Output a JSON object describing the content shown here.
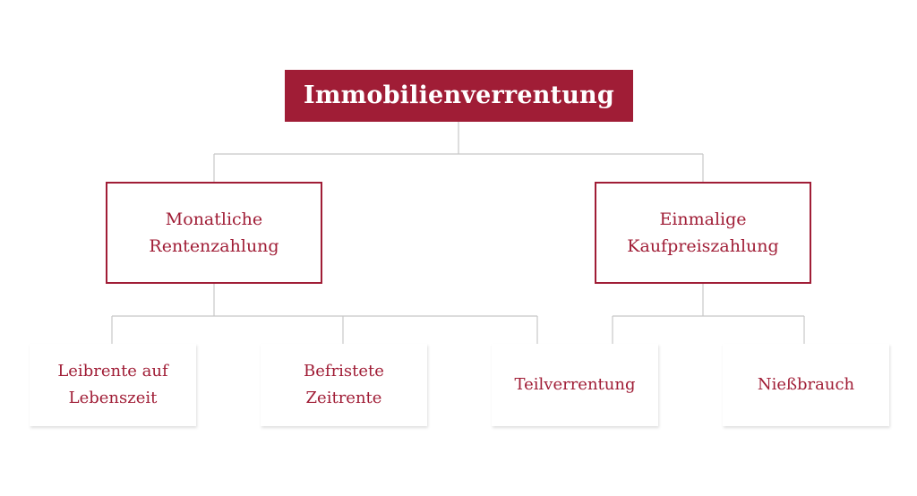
{
  "diagram": {
    "root": {
      "label": "Immobilienverrentung"
    },
    "branches": [
      {
        "label": "Monatliche\nRentenzahlung",
        "children": [
          {
            "label": "Leibrente auf\nLebenszeit"
          },
          {
            "label": "Befristete\nZeitrente"
          },
          {
            "label": "Teilverrentung"
          }
        ]
      },
      {
        "label": "Einmalige\nKaufpreiszahlung",
        "children": [
          {
            "label": "Nießbrauch"
          }
        ]
      }
    ]
  },
  "colors": {
    "accent": "#a01d36",
    "root_text": "#ffffff",
    "connector": "#c8c8c8",
    "background": "#ffffff"
  }
}
